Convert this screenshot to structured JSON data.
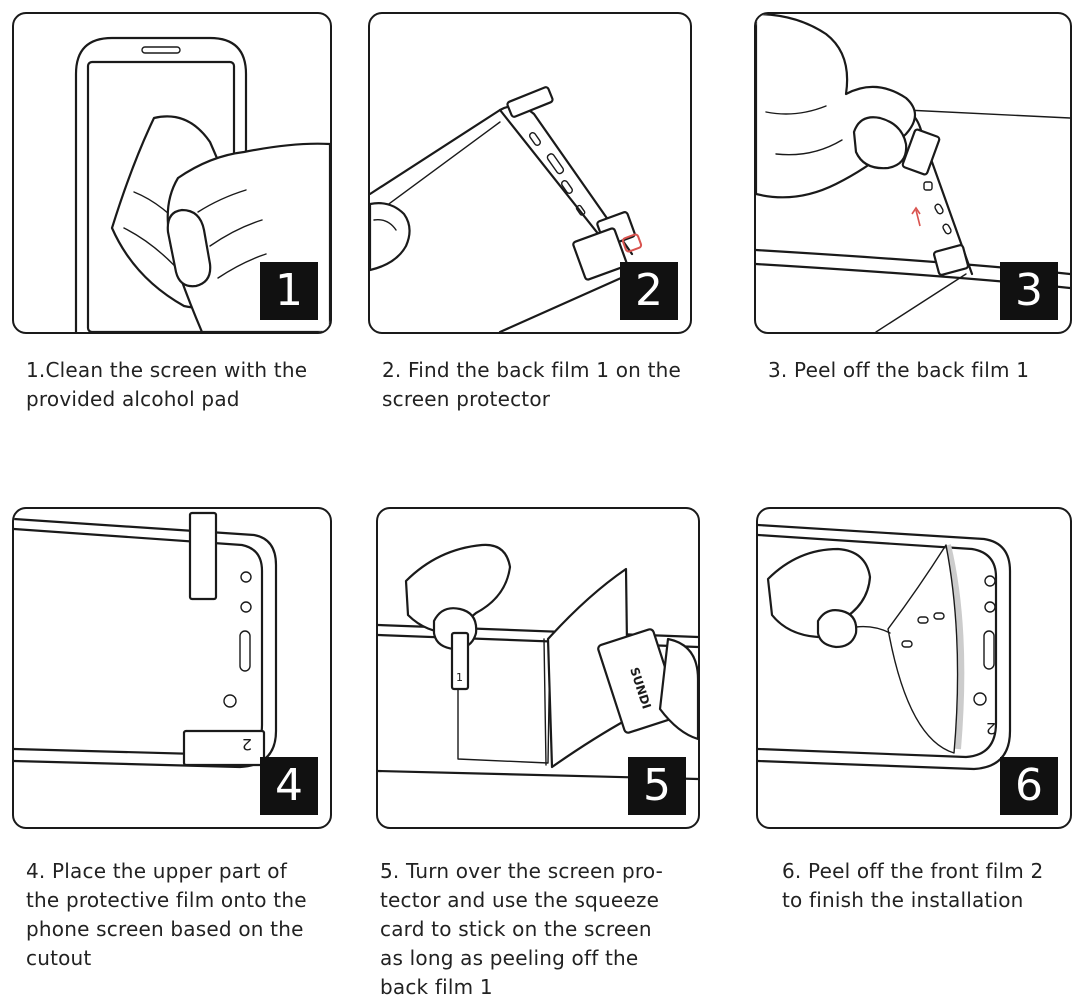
{
  "steps": [
    {
      "number": "1",
      "caption": "1.Clean the screen with the\nprovided alcohol pad"
    },
    {
      "number": "2",
      "caption": "2. Find the back film 1 on the\nscreen protector"
    },
    {
      "number": "3",
      "caption": "3. Peel off the back film 1"
    },
    {
      "number": "4",
      "caption": "4. Place the upper part of\nthe protective film onto the\nphone screen based on the\ncutout"
    },
    {
      "number": "5",
      "caption": "5. Turn over the screen pro-\ntector and use the squeeze\ncard to stick on the screen\nas long as peeling off the\nback film 1"
    },
    {
      "number": "6",
      "caption": "6. Peel off the front film 2\nto finish the installation"
    }
  ],
  "labels": {
    "film_tab_2": "2",
    "film_tab_1": "1",
    "card_text": "SUNDI"
  },
  "colors": {
    "line": "#1a1a1a",
    "badge_bg": "#111111",
    "badge_text": "#ffffff",
    "highlight": "#d9534f"
  }
}
